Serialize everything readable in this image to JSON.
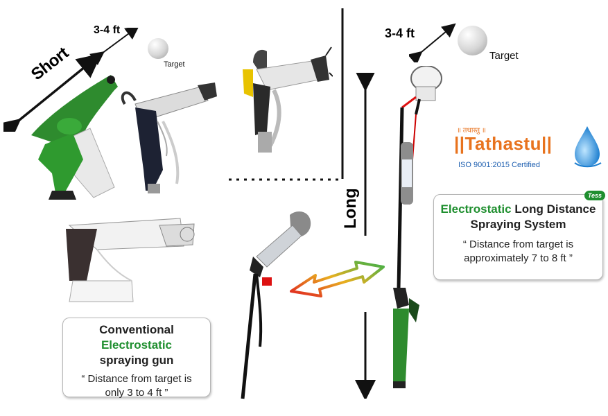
{
  "labels": {
    "short": "Short",
    "dist_left": "3-4 ft",
    "target_left": "Target",
    "dist_right": "3-4 ft",
    "target_right": "Target",
    "long": "Long"
  },
  "logo": {
    "devanagari": "॥ तथास्तु ॥",
    "brand": "||Tathastu||",
    "iso": "ISO 9001:2015 Certified",
    "badge": "Tess"
  },
  "left_box": {
    "title_plain": "Conventional",
    "title_green": "Electrostatic",
    "title_line2": "spraying gun",
    "quote_line1": "“ Distance from target is",
    "quote_line2": "only 3 to 4 ft ”"
  },
  "right_box": {
    "title_green": "Electrostatic",
    "title_plain": "Long Distance",
    "title_line2": "Spraying System",
    "quote_line1": "“ Distance from target is",
    "quote_line2": "approximately 7 to 8 ft ”"
  },
  "colors": {
    "accent_green": "#1f8f2f",
    "logo_orange": "#e8731e",
    "logo_blue": "#1e5fb0",
    "gun_green": "#2e8b2e"
  }
}
